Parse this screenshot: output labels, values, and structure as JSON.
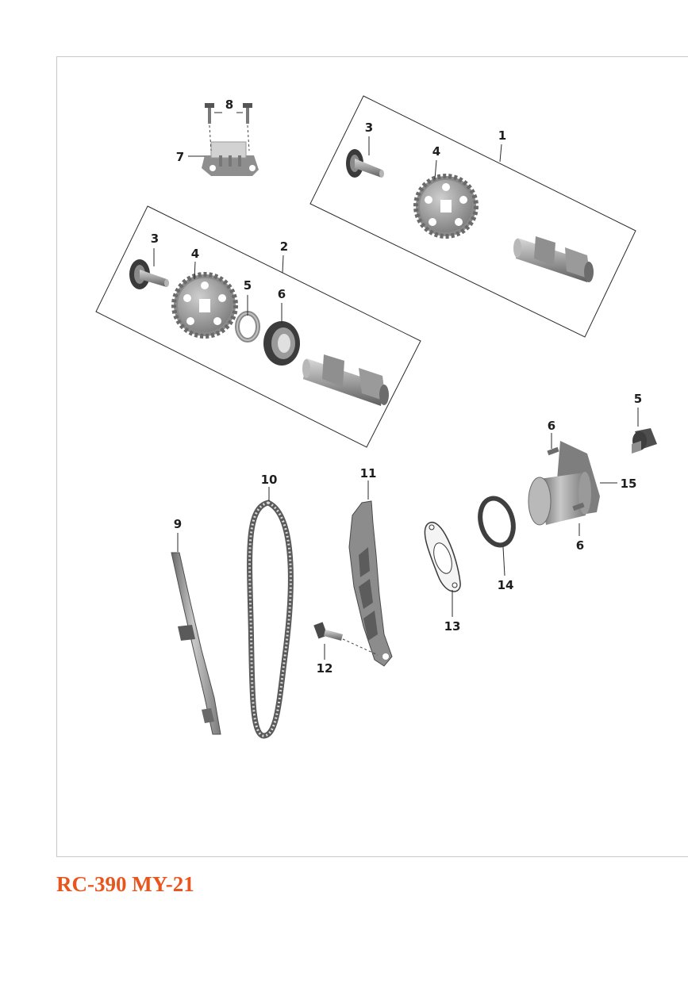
{
  "diagram": {
    "callouts": {
      "c1": "1",
      "c2": "2",
      "c3a": "3",
      "c3b": "3",
      "c4a": "4",
      "c4b": "4",
      "c5a": "5",
      "c5b": "5",
      "c6a": "6",
      "c6b": "6",
      "c6c": "6",
      "c7": "7",
      "c8": "8",
      "c9": "9",
      "c10": "10",
      "c11": "11",
      "c12": "12",
      "c13": "13",
      "c14": "14",
      "c15": "15"
    }
  },
  "footer": {
    "model": "RC-390 MY-21",
    "color": "#e8561e"
  }
}
